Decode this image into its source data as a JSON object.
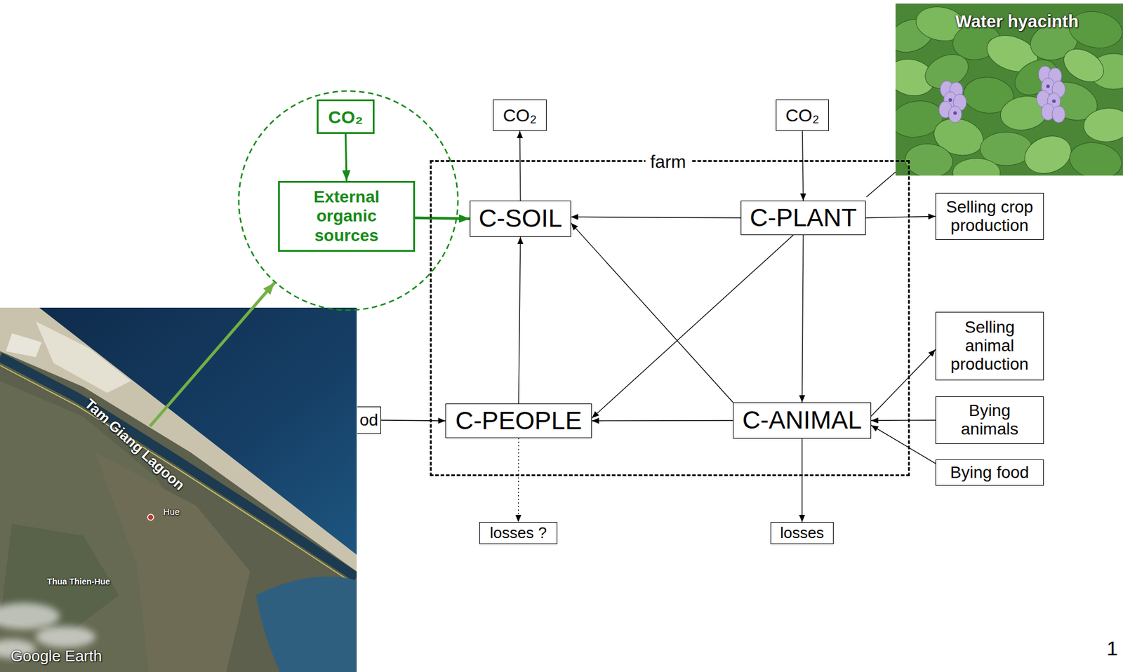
{
  "diagram": {
    "nodes": [
      {
        "text": [
          "CO₂"
        ]
      },
      {
        "text": [
          "External organic sources"
        ]
      },
      {
        "text": [
          "CO₂"
        ]
      },
      {
        "text": [
          "CO₂"
        ]
      },
      {
        "text": [
          "farm"
        ]
      },
      {
        "text": [
          "C-SOIL"
        ],
        "in": 4
      },
      {
        "text": [
          "C-PLANT"
        ],
        "in": 4
      },
      {
        "text": [
          "Selling crop production"
        ]
      },
      {
        "text": [
          "Selling animal production"
        ]
      },
      {
        "text": [
          "od"
        ]
      },
      {
        "text": [
          "C-PEOPLE"
        ],
        "in": 4
      },
      {
        "text": [
          "C-ANIMAL"
        ],
        "in": 4
      },
      {
        "text": [
          "Bying animals"
        ]
      },
      {
        "text": [
          "Bying food"
        ]
      },
      {
        "text": [
          "losses ?"
        ]
      },
      {
        "text": [
          "losses"
        ]
      }
    ],
    "edges": [
      {
        "from": 0,
        "to": 1,
        "arrow": "to"
      },
      {
        "from": 1,
        "to": 5,
        "arrow": "to"
      },
      {
        "from": 5,
        "to": 2,
        "arrow": "to"
      },
      {
        "from": 3,
        "to": 6,
        "arrow": "to"
      },
      {
        "from": 6,
        "to": 5,
        "arrow": "to"
      },
      {
        "from": 6,
        "to": 7,
        "arrow": "to"
      },
      {
        "from": 6,
        "to": 10,
        "arrow": "to"
      },
      {
        "from": 6,
        "to": 11,
        "arrow": "to"
      },
      {
        "from": 11,
        "to": 10,
        "arrow": "to"
      },
      {
        "from": 11,
        "to": 5,
        "arrow": "to"
      },
      {
        "from": 10,
        "to": 5,
        "arrow": "to"
      },
      {
        "from": 11,
        "to": 8,
        "arrow": "to"
      },
      {
        "from": 12,
        "to": 11,
        "arrow": "to"
      },
      {
        "from": 13,
        "to": 11,
        "arrow": "to"
      },
      {
        "from": 9,
        "to": 10,
        "arrow": "to"
      },
      {
        "from": 10,
        "to": 14,
        "arrow": "to"
      },
      {
        "from": 11,
        "to": 15,
        "arrow": "to"
      }
    ],
    "labels": [
      "Water hyacinth",
      "Tam Giang Lagoon",
      "Hue",
      "Thua Thien-Hue",
      "Google Earth",
      "1"
    ]
  }
}
